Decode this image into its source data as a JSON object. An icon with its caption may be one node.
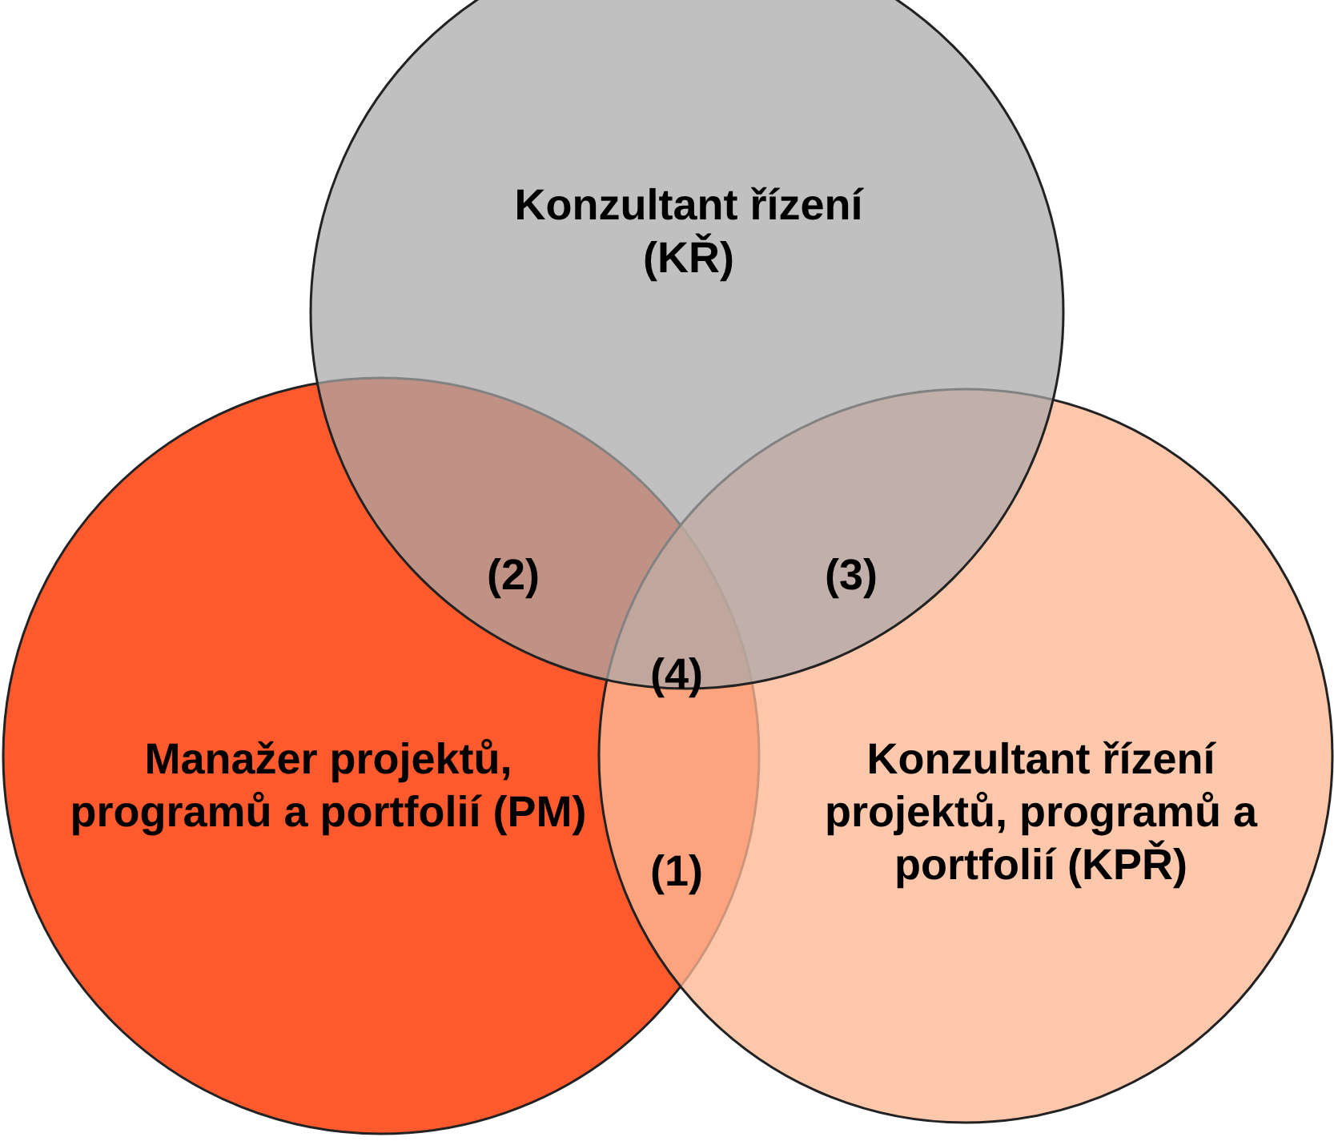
{
  "diagram": {
    "nodes": [
      {
        "text": [
          "Konzultant řízení (KŘ)"
        ]
      },
      {
        "text": [
          "Manažer projektů, programů a portfolií (PM)"
        ]
      },
      {
        "text": [
          "Konzultant řízení projektů, programů a portfolií (KPŘ)"
        ]
      }
    ],
    "labels": [
      "(2)",
      "(3)",
      "(4)",
      "(1)"
    ]
  }
}
